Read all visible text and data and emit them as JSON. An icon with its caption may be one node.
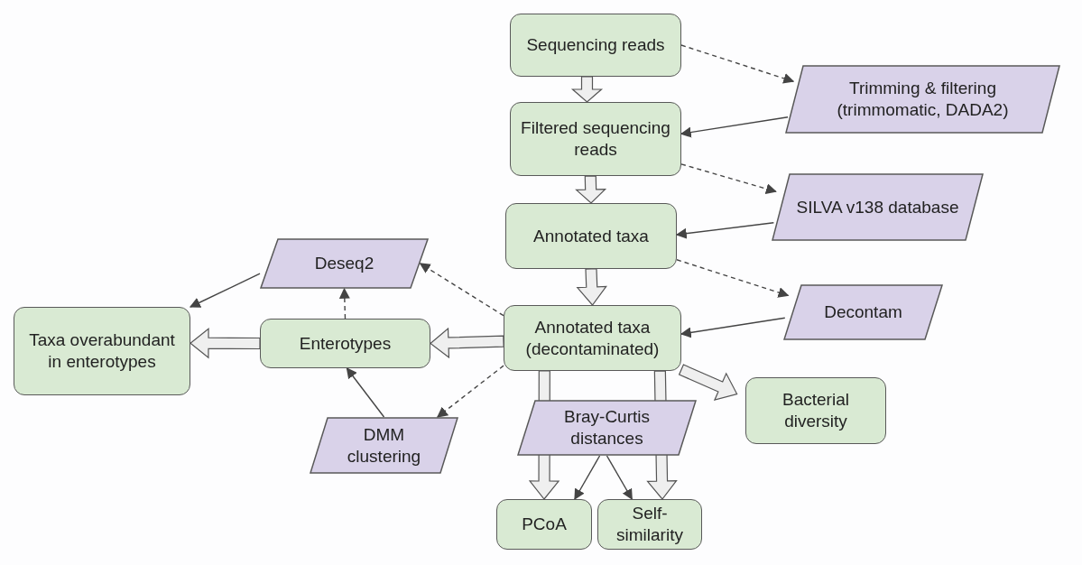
{
  "diagram": {
    "nodes": [
      {
        "text": [
          "Sequencing reads"
        ]
      },
      {
        "text": [
          "Trimming & filtering (trimmomatic, DADA2)"
        ]
      },
      {
        "text": [
          "Filtered sequencing reads"
        ]
      },
      {
        "text": [
          "SILVA v138 database"
        ]
      },
      {
        "text": [
          "Annotated taxa"
        ]
      },
      {
        "text": [
          "Decontam"
        ]
      },
      {
        "text": [
          "Annotated taxa (decontaminated)"
        ]
      },
      {
        "text": [
          "Deseq2"
        ]
      },
      {
        "text": [
          "Taxa overabundant in enterotypes"
        ]
      },
      {
        "text": [
          "Enterotypes"
        ]
      },
      {
        "text": [
          "DMM clustering"
        ]
      },
      {
        "text": [
          "Bray-Curtis distances"
        ]
      },
      {
        "text": [
          "Bacterial diversity"
        ]
      },
      {
        "text": [
          "PCoA"
        ]
      },
      {
        "text": [
          "Self-similarity"
        ]
      }
    ],
    "edges": [
      {
        "from": 0,
        "to": 1,
        "arrow": "to",
        "style": "dashed"
      },
      {
        "from": 1,
        "to": 2,
        "arrow": "to"
      },
      {
        "from": 0,
        "to": 2,
        "arrow": "to",
        "style": "thick"
      },
      {
        "from": 2,
        "to": 3,
        "arrow": "to",
        "style": "dashed"
      },
      {
        "from": 3,
        "to": 4,
        "arrow": "to"
      },
      {
        "from": 2,
        "to": 4,
        "arrow": "to",
        "style": "thick"
      },
      {
        "from": 4,
        "to": 5,
        "arrow": "to",
        "style": "dashed"
      },
      {
        "from": 5,
        "to": 6,
        "arrow": "to"
      },
      {
        "from": 4,
        "to": 6,
        "arrow": "to",
        "style": "thick"
      },
      {
        "from": 6,
        "to": 7,
        "arrow": "to",
        "style": "dashed"
      },
      {
        "from": 6,
        "to": 9,
        "arrow": "to",
        "style": "thick"
      },
      {
        "from": 9,
        "to": 7,
        "arrow": "to",
        "style": "dashed"
      },
      {
        "from": 7,
        "to": 8,
        "arrow": "to"
      },
      {
        "from": 9,
        "to": 8,
        "arrow": "to",
        "style": "thick"
      },
      {
        "from": 10,
        "to": 9,
        "arrow": "to"
      },
      {
        "from": 6,
        "to": 10,
        "arrow": "to",
        "style": "dashed"
      },
      {
        "from": 6,
        "to": 12,
        "arrow": "to",
        "style": "thick"
      },
      {
        "from": 6,
        "to": 13,
        "arrow": "to",
        "style": "thick"
      },
      {
        "from": 6,
        "to": 14,
        "arrow": "to",
        "style": "thick"
      },
      {
        "from": 11,
        "to": 13,
        "arrow": "to"
      },
      {
        "from": 11,
        "to": 14,
        "arrow": "to"
      }
    ]
  }
}
